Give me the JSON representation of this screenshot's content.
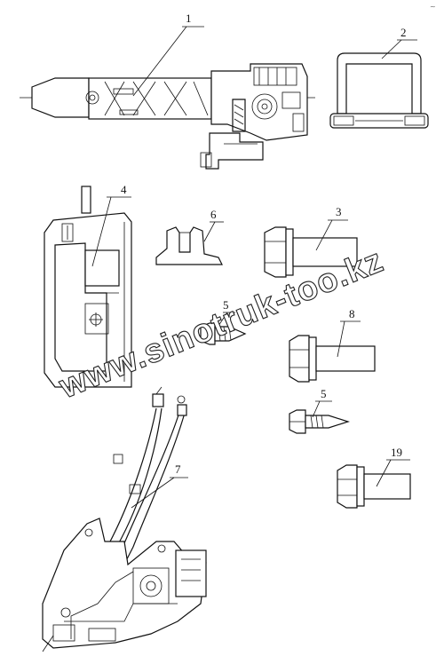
{
  "corner_mark": "~",
  "watermark": "www.sinotruk-too.kz",
  "callouts": [
    {
      "id": "1",
      "label": "1"
    },
    {
      "id": "2",
      "label": "2"
    },
    {
      "id": "3",
      "label": "3"
    },
    {
      "id": "4",
      "label": "4"
    },
    {
      "id": "5a",
      "label": "5"
    },
    {
      "id": "5b",
      "label": "5"
    },
    {
      "id": "6",
      "label": "6"
    },
    {
      "id": "7",
      "label": "7"
    },
    {
      "id": "8",
      "label": "8"
    },
    {
      "id": "19",
      "label": "19"
    }
  ]
}
